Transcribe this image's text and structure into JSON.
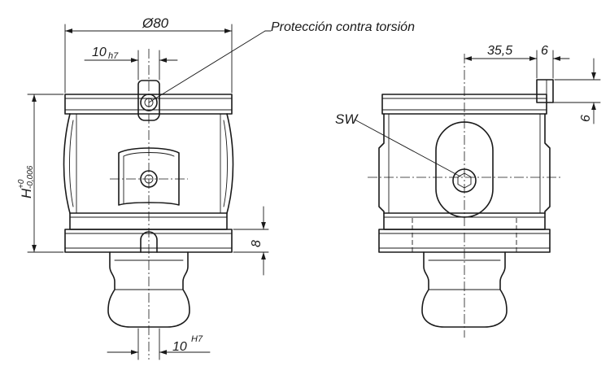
{
  "labels": {
    "callout_torsion": "Protección contra torsión",
    "callout_sw": "SW",
    "dim_diameter": "Ø80",
    "dim_slot_top": "10",
    "dim_slot_top_tol": "h7",
    "dim_height": "H",
    "dim_height_tol_upper": "+0",
    "dim_height_tol_lower": "-0,006",
    "dim_base": "8",
    "dim_bottom": "10",
    "dim_bottom_tol": "H7",
    "dim_offset": "35,5",
    "dim_pin_width": "6",
    "dim_pin_height": "6"
  },
  "colors": {
    "ink": "#1a1a1a",
    "background": "#ffffff"
  }
}
